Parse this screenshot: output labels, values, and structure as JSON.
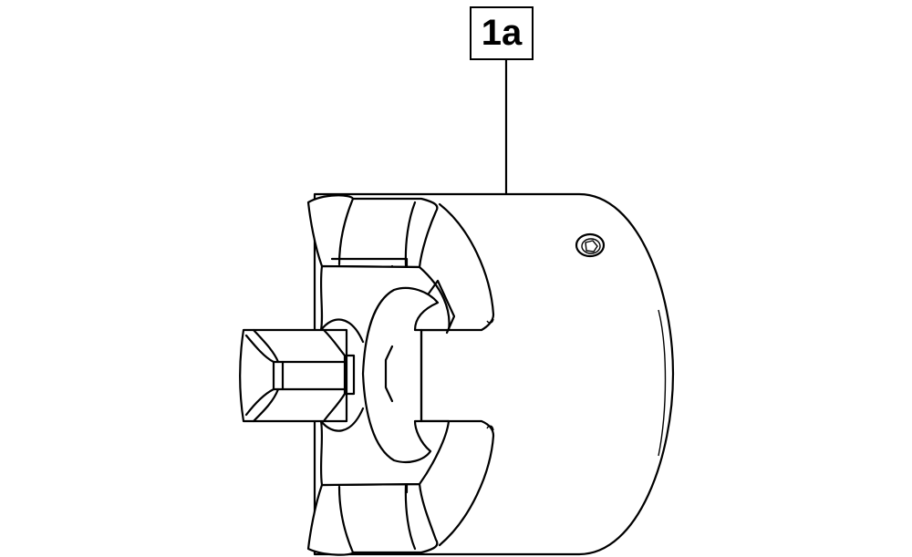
{
  "callout": {
    "label": "1a"
  },
  "colors": {
    "line": "#000000",
    "background": "#ffffff"
  },
  "figure": {
    "subject": "jaw-coupling-hub-with-spider",
    "icon": "coupling-drawing"
  }
}
